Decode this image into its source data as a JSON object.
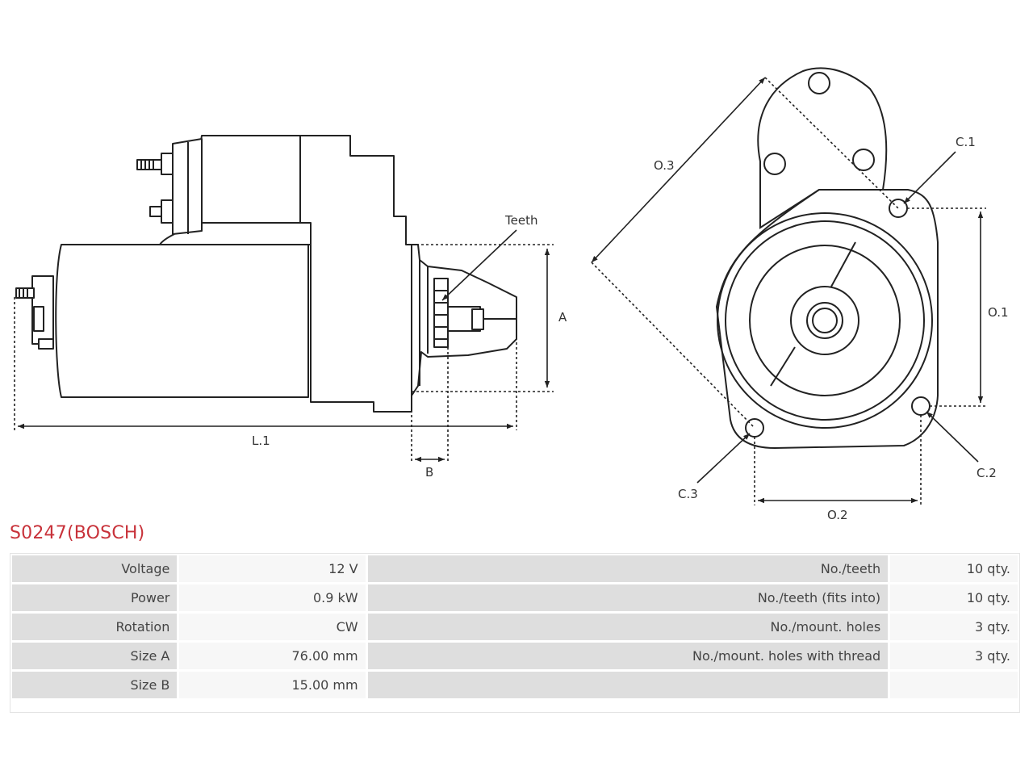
{
  "diagram": {
    "labels": {
      "teeth": "Teeth",
      "a": "A",
      "b": "B",
      "l1": "L.1",
      "o1": "O.1",
      "o2": "O.2",
      "o3": "O.3",
      "c1": "C.1",
      "c2": "C.2",
      "c3": "C.3"
    }
  },
  "title": "S0247(BOSCH)",
  "specs": [
    {
      "label": "Voltage",
      "value": "12 V",
      "label2": "No./teeth",
      "value2": "10 qty."
    },
    {
      "label": "Power",
      "value": "0.9 kW",
      "label2": "No./teeth (fits into)",
      "value2": "10 qty."
    },
    {
      "label": "Rotation",
      "value": "CW",
      "label2": "No./mount. holes",
      "value2": "3 qty."
    },
    {
      "label": "Size A",
      "value": "76.00 mm",
      "label2": "No./mount. holes with thread",
      "value2": "3 qty."
    },
    {
      "label": "Size B",
      "value": "15.00 mm",
      "label2": "",
      "value2": ""
    }
  ]
}
